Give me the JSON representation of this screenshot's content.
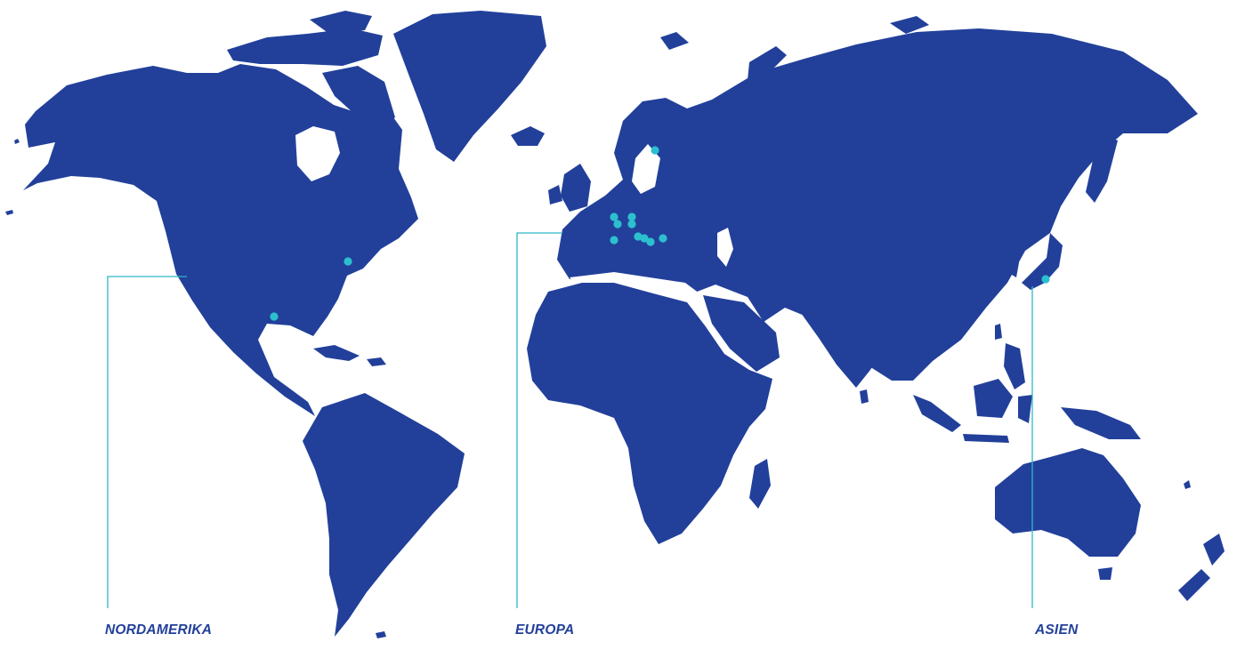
{
  "map": {
    "land_color": "#22409a",
    "accent_color": "#2cc0cf",
    "background_color": "#ffffff"
  },
  "regions": {
    "north_america": {
      "label": "NORDAMERIKA"
    },
    "europe": {
      "label": "EUROPA"
    },
    "asia": {
      "label": "ASIEN"
    }
  }
}
